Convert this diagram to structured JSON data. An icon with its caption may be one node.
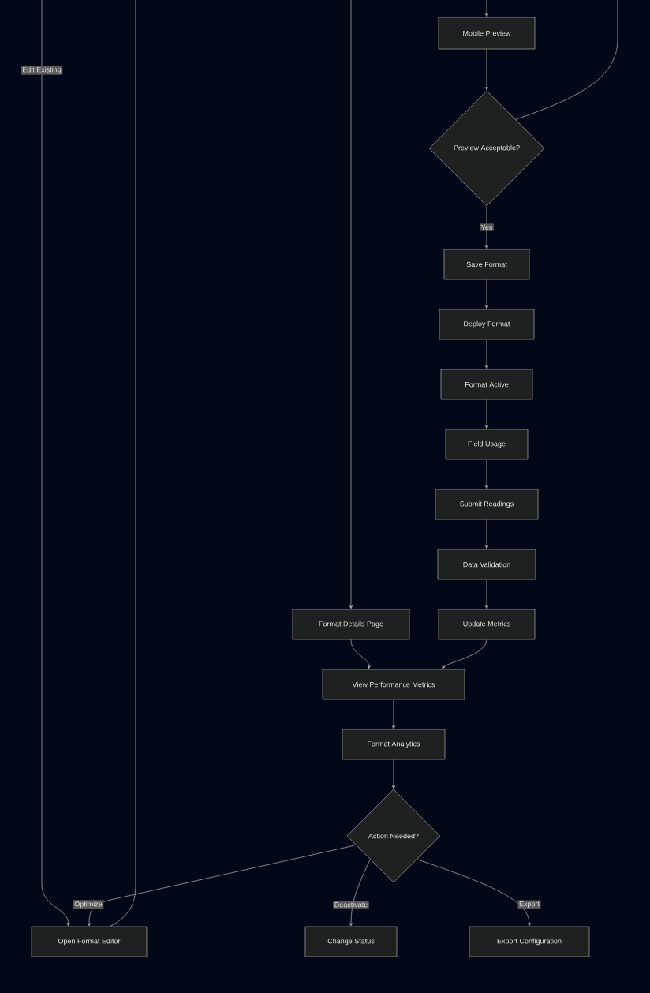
{
  "diagram": {
    "nodes": [
      {
        "text": [
          "Mobile Preview"
        ]
      },
      {
        "text": [
          "Preview Acceptable?"
        ]
      },
      {
        "text": [
          "Save Format"
        ]
      },
      {
        "text": [
          "Deploy Format"
        ]
      },
      {
        "text": [
          "Format Active"
        ]
      },
      {
        "text": [
          "Field Usage"
        ]
      },
      {
        "text": [
          "Submit Readings"
        ]
      },
      {
        "text": [
          "Data Validation"
        ]
      },
      {
        "text": [
          "Format Details Page"
        ]
      },
      {
        "text": [
          "Update Metrics"
        ]
      },
      {
        "text": [
          "View Performance Metrics"
        ]
      },
      {
        "text": [
          "Format Analytics"
        ]
      },
      {
        "text": [
          "Action Needed?"
        ]
      },
      {
        "text": [
          "Open Format Editor"
        ]
      },
      {
        "text": [
          "Change Status"
        ]
      },
      {
        "text": [
          "Export Configuration"
        ]
      }
    ],
    "edges": [
      {
        "from": null,
        "to": 13,
        "arrow": "to",
        "label": "Edit Existing"
      },
      {
        "from": 13,
        "to": null,
        "arrow": "none"
      },
      {
        "from": null,
        "to": 8,
        "arrow": "to"
      },
      {
        "from": null,
        "to": 0,
        "arrow": "to"
      },
      {
        "from": 0,
        "to": 1,
        "arrow": "to"
      },
      {
        "from": 1,
        "to": null,
        "arrow": "none"
      },
      {
        "from": 1,
        "to": 2,
        "arrow": "to",
        "label": "Yes"
      },
      {
        "from": 2,
        "to": 3,
        "arrow": "to"
      },
      {
        "from": 3,
        "to": 4,
        "arrow": "to"
      },
      {
        "from": 4,
        "to": 5,
        "arrow": "to"
      },
      {
        "from": 5,
        "to": 6,
        "arrow": "to"
      },
      {
        "from": 6,
        "to": 7,
        "arrow": "to"
      },
      {
        "from": 7,
        "to": 9,
        "arrow": "to"
      },
      {
        "from": 8,
        "to": 10,
        "arrow": "to"
      },
      {
        "from": 9,
        "to": 10,
        "arrow": "to"
      },
      {
        "from": 10,
        "to": 11,
        "arrow": "to"
      },
      {
        "from": 11,
        "to": 12,
        "arrow": "to"
      },
      {
        "from": 12,
        "to": 13,
        "arrow": "to",
        "label": "Optimize"
      },
      {
        "from": 12,
        "to": 14,
        "arrow": "to",
        "label": "Deactivate"
      },
      {
        "from": 12,
        "to": 15,
        "arrow": "to",
        "label": "Export"
      }
    ]
  }
}
